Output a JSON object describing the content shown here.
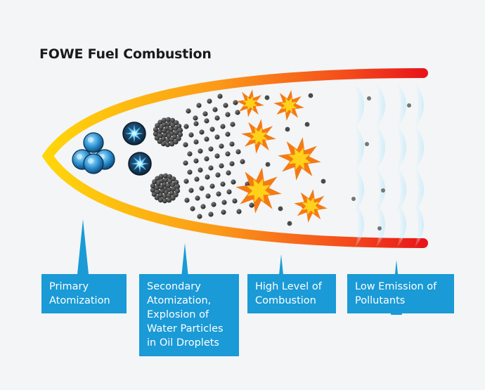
{
  "title": "FOWE Fuel Combustion",
  "colors": {
    "accent_blue": "#1a9ad6",
    "flame_yellow": "#ffd60a",
    "flame_red": "#ea1c1c",
    "spark_orange": "#f7821b",
    "droplet_gray": "#3a3a3a"
  },
  "stages": [
    {
      "lines": [
        "Primary",
        "Atomization"
      ]
    },
    {
      "lines": [
        "Secondary",
        "Atomization,",
        "Explosion of",
        "Water Particles",
        "in Oil Droplets"
      ]
    },
    {
      "lines": [
        "High Level of",
        "Combustion"
      ]
    },
    {
      "lines": [
        "Low Emission of",
        "Pollutants"
      ]
    }
  ],
  "icons": [
    "water-droplet-cluster-icon",
    "spark-burst-icon",
    "explosion-star-icon",
    "emission-wave-icon"
  ]
}
